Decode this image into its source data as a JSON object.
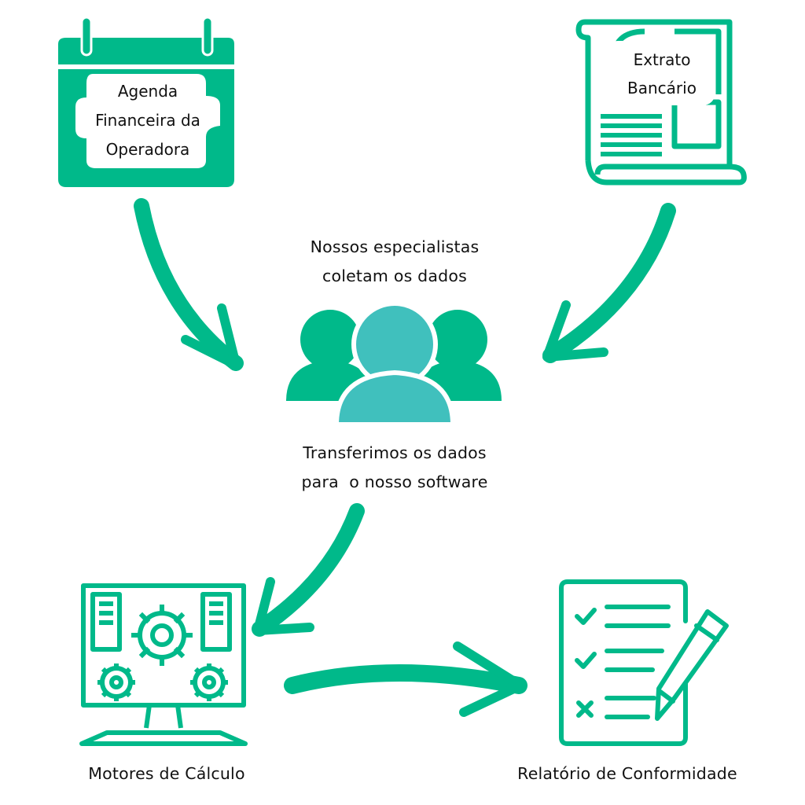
{
  "colors": {
    "primary": "#00b98a",
    "person_front": "#40c0bd",
    "text": "#111111",
    "background": "#ffffff"
  },
  "nodes": {
    "operator_agenda": {
      "icon": "calendar-icon",
      "lines": [
        "Agenda",
        "Financeira da",
        "Operadora"
      ]
    },
    "bank_statement": {
      "icon": "document-scroll-icon",
      "lines": [
        "Extrato",
        "Bancário"
      ]
    },
    "specialists": {
      "icon": "people-group-icon",
      "caption_top": [
        "Nossos especialistas",
        "coletam os dados"
      ],
      "caption_bottom": [
        "Transferimos os dados",
        "para  o nosso software"
      ]
    },
    "calculation_engines": {
      "icon": "computer-gears-icon",
      "label": "Motores de Cálculo"
    },
    "compliance_report": {
      "icon": "checklist-pencil-icon",
      "label": "Relatório de Conformidade"
    }
  },
  "edges": [
    {
      "from": "operator_agenda",
      "to": "specialists"
    },
    {
      "from": "bank_statement",
      "to": "specialists"
    },
    {
      "from": "specialists",
      "to": "calculation_engines"
    },
    {
      "from": "calculation_engines",
      "to": "compliance_report"
    }
  ]
}
